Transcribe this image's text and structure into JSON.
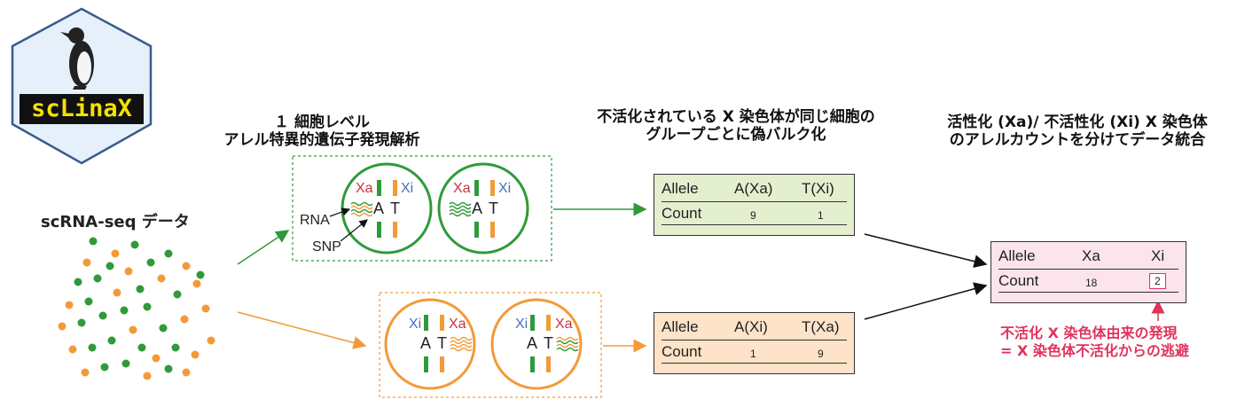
{
  "logo": {
    "text": "scLinaX",
    "colors": {
      "hex_fill": "#e6f0fb",
      "hex_stroke": "#3a5a8c",
      "text_bg": "#111111",
      "text_fg": "#f2e200"
    }
  },
  "labels": {
    "scrna_seq": "scRNA-seq データ",
    "heading1_line1": "１ 細胞レベル",
    "heading1_line2": "アレル特異的遺伝子発現解析",
    "heading2_line1": "不活化されている X 染色体が同じ細胞の",
    "heading2_line2": "グループごとに偽バルク化",
    "heading3_line1": "活性化 (Xa)/ 不活性化 (Xi) X 染色体",
    "heading3_line2": "のアレルカウントを分けてデータ統合",
    "rna": "RNA",
    "snp": "SNP"
  },
  "cells": {
    "top": [
      {
        "left_label": "Xa",
        "right_label": "Xi",
        "allele_a": "A",
        "allele_b": "T"
      },
      {
        "left_label": "Xa",
        "right_label": "Xi",
        "allele_a": "A",
        "allele_b": "T"
      }
    ],
    "bottom": [
      {
        "left_label": "Xi",
        "right_label": "Xa",
        "allele_a": "A",
        "allele_b": "T"
      },
      {
        "left_label": "Xi",
        "right_label": "Xa",
        "allele_a": "A",
        "allele_b": "T"
      }
    ]
  },
  "tables": {
    "top": {
      "h0": "Allele",
      "h1": "A(Xa)",
      "h2": "T(Xi)",
      "r0": "Count",
      "r1": "9",
      "r2": "1"
    },
    "bottom": {
      "h0": "Allele",
      "h1": "A(Xi)",
      "h2": "T(Xa)",
      "r0": "Count",
      "r1": "1",
      "r2": "9"
    },
    "merged": {
      "h0": "Allele",
      "h1": "Xa",
      "h2": "Xi",
      "r0": "Count",
      "r1": "18",
      "r2": "2"
    }
  },
  "note": {
    "line1": "不活化 X 染色体由来の発現",
    "line2": "= X 染色体不活化からの逃避"
  },
  "colors": {
    "green": "#2f9a3a",
    "orange": "#f39a38",
    "xa_red": "#c8323c",
    "xi_blue": "#4a6fc0",
    "top_table_bg": "#e3efcf",
    "bottom_table_bg": "#fde3c8",
    "merged_table_bg": "#fbe4ec",
    "note_pink": "#e0335c"
  }
}
